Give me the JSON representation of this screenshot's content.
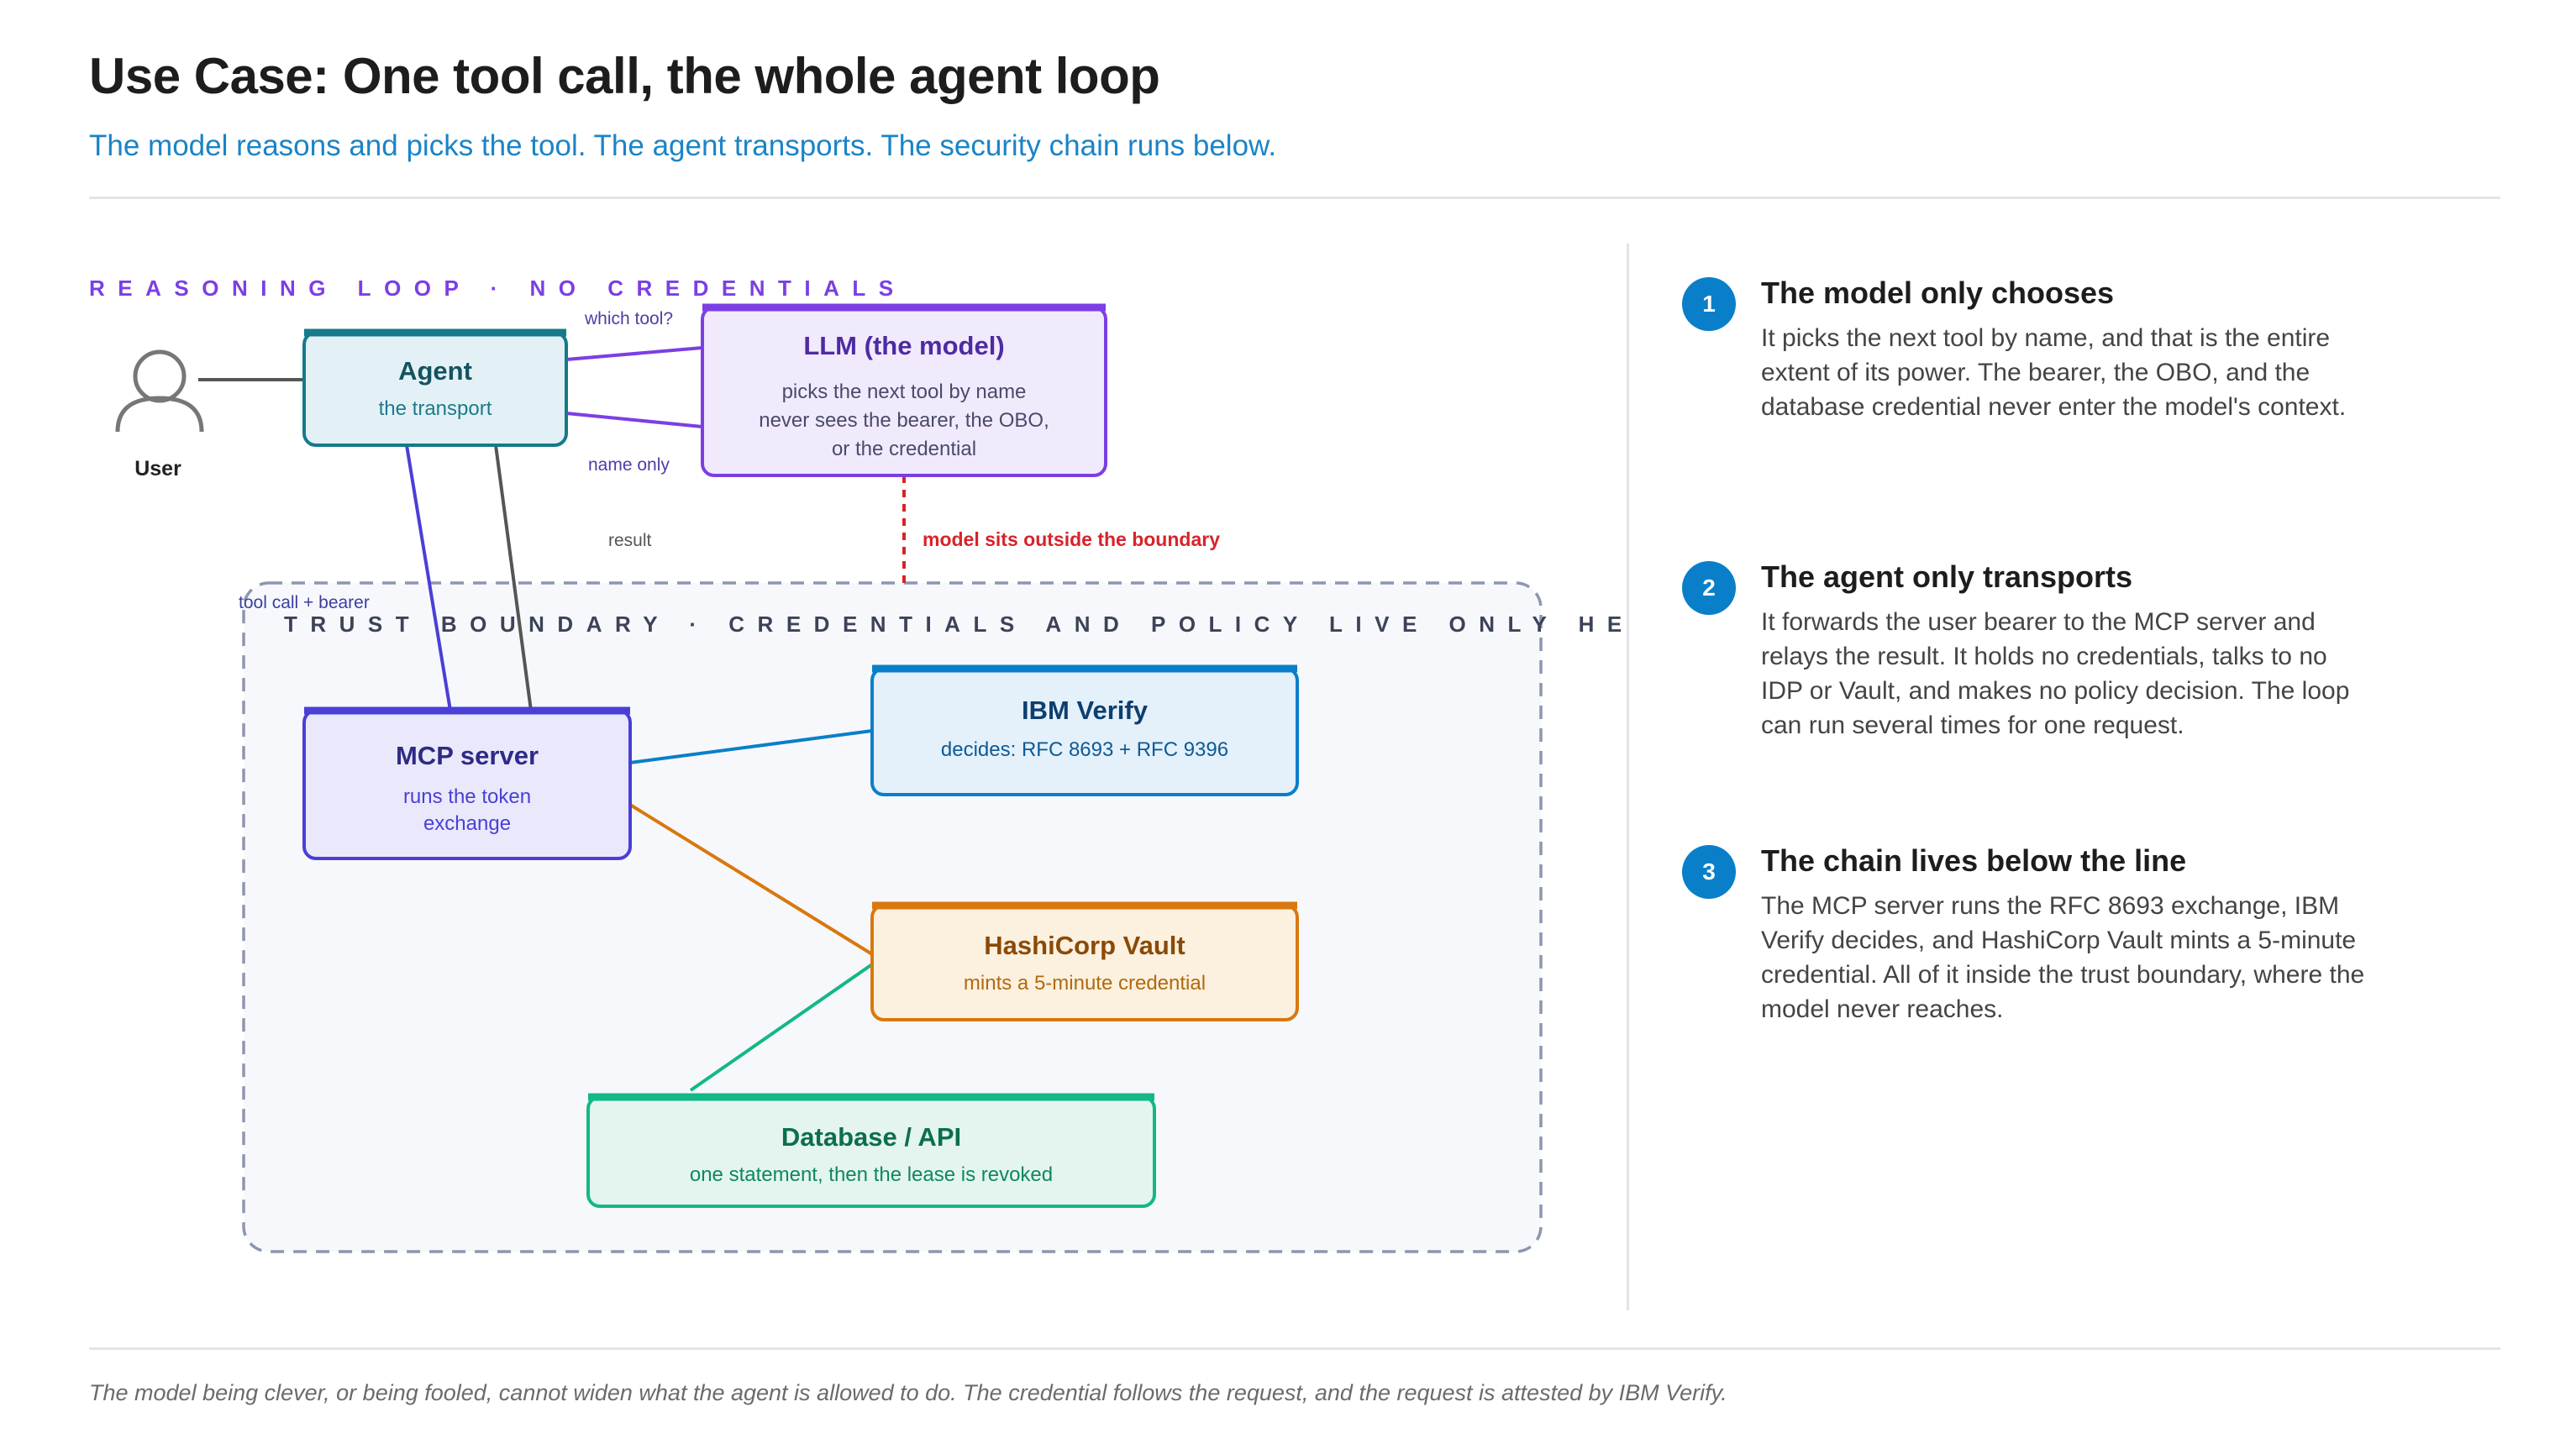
{
  "header": {
    "title": "Use Case: One tool call, the whole agent loop",
    "subtitle": "The model reasons and picks the tool. The agent transports. The security chain runs below."
  },
  "diagram": {
    "reasoning_label": "REASONING LOOP · NO CREDENTIALS",
    "trust_label": "TRUST BOUNDARY · CREDENTIALS AND POLICY LIVE ONLY HERE",
    "user_label": "User",
    "nodes": {
      "agent": {
        "title": "Agent",
        "sub": "the transport"
      },
      "llm": {
        "title": "LLM (the model)",
        "sub1": "picks the next tool by name",
        "sub2": "never sees the bearer, the OBO,",
        "sub3": "or the credential"
      },
      "mcp": {
        "title": "MCP server",
        "sub1": "runs the token",
        "sub2": "exchange"
      },
      "verify": {
        "title": "IBM Verify",
        "sub": "decides: RFC 8693 + RFC 9396"
      },
      "vault": {
        "title": "HashiCorp Vault",
        "sub": "mints a 5-minute credential"
      },
      "db": {
        "title": "Database / API",
        "sub": "one statement, then the lease is revoked"
      }
    },
    "edges": {
      "which_tool": "which tool?",
      "name_only": "name only",
      "result": "result",
      "tool_call": "tool call + bearer",
      "outside": "model sits outside the boundary"
    },
    "colors": {
      "purple": "#7b3fe4",
      "teal": "#157a8a",
      "indigo": "#4a3fd6",
      "blue": "#0a7fc9",
      "orange": "#d9780f",
      "green": "#13b886",
      "red": "#d8232a"
    }
  },
  "steps": [
    {
      "num": "1",
      "title": "The model only chooses",
      "body": "It picks the next tool by name, and that is the entire extent of its power. The bearer, the OBO, and the database credential never enter the model's context."
    },
    {
      "num": "2",
      "title": "The agent only transports",
      "body": "It forwards the user bearer to the MCP server and relays the result. It holds no credentials, talks to no IDP or Vault, and makes no policy decision. The loop can run several times for one request."
    },
    {
      "num": "3",
      "title": "The chain lives below the line",
      "body": "The MCP server runs the RFC 8693 exchange, IBM Verify decides, and HashiCorp Vault mints a 5-minute credential. All of it inside the trust boundary, where the model never reaches."
    }
  ],
  "footer": "The model being clever, or being fooled, cannot widen what the agent is allowed to do. The credential follows the request, and the request is attested by IBM Verify."
}
